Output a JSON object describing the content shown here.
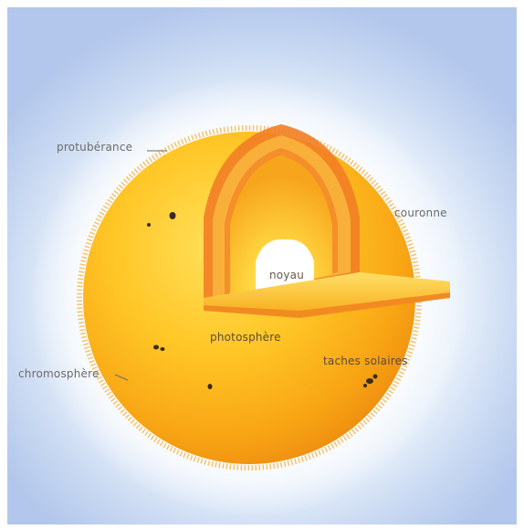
{
  "labels": {
    "protuberance": "protubérance",
    "couronne": "couronne",
    "noyau": "noyau",
    "photosphere": "photosphère",
    "chromosphere": "chromosphère",
    "taches_solaires": "taches solaires"
  },
  "colors": {
    "sky_edge": "#b3c7ec",
    "sun_light": "#ffd64a",
    "sun_mid": "#fbb417",
    "sun_dark": "#f08a14",
    "layer_orange": "#f07a24",
    "core_white": "#ffffff",
    "spot": "#3a2a1a"
  }
}
